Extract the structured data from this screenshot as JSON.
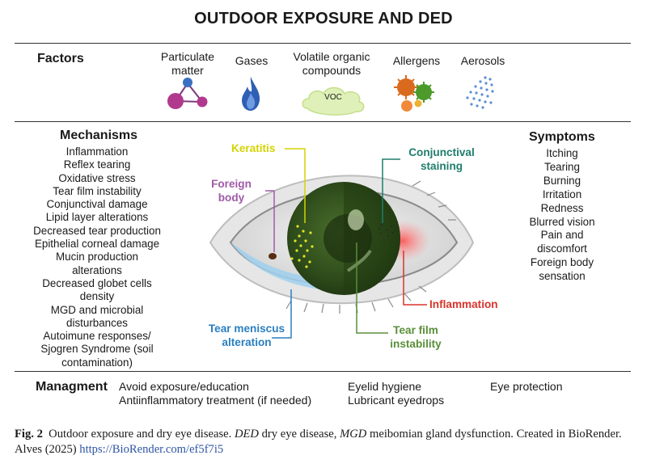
{
  "title": "OUTDOOR EXPOSURE AND DED",
  "factors": {
    "heading": "Factors",
    "items": [
      {
        "label": "Particulate matter",
        "icon": "particulate-matter-icon"
      },
      {
        "label": "Gases",
        "icon": "flame-icon"
      },
      {
        "label": "Volatile organic compounds",
        "icon": "voc-cloud-icon",
        "badge": "VOC"
      },
      {
        "label": "Allergens",
        "icon": "pollen-icon"
      },
      {
        "label": "Aerosols",
        "icon": "aerosol-spray-icon"
      }
    ]
  },
  "mechanisms": {
    "heading": "Mechanisms",
    "items": [
      "Inflammation",
      "Reflex tearing",
      "Oxidative stress",
      "Tear film instability",
      "Conjunctival damage",
      "Lipid layer alterations",
      "Decreased tear production",
      "Epithelial corneal damage",
      "Mucin production",
      "alterations",
      "Decreased globet cells",
      "density",
      "MGD and microbial",
      "disturbances",
      "Autoimune responses/",
      "Sjogren Syndrome (soil",
      "contamination)"
    ]
  },
  "symptoms": {
    "heading": "Symptoms",
    "items": [
      "Itching",
      "Tearing",
      "Burning",
      "Irritation",
      "Redness",
      "Blurred vision",
      "Pain and",
      "discomfort",
      "Foreign body",
      "sensation"
    ]
  },
  "eye_callouts": {
    "keratitis": {
      "text": "Keratitis",
      "color": "#d4d400"
    },
    "foreign_body": {
      "line1": "Foreign",
      "line2": "body",
      "color": "#a05aa8"
    },
    "conjunctival_staining": {
      "line1": "Conjunctival",
      "line2": "staining",
      "color": "#1f7d6c"
    },
    "inflammation": {
      "text": "Inflammation",
      "color": "#d8332a"
    },
    "tear_meniscus": {
      "line1": "Tear meniscus",
      "line2": "alteration",
      "color": "#2a7fc1"
    },
    "tear_film": {
      "line1": "Tear film",
      "line2": "instability",
      "color": "#5a8f3a"
    }
  },
  "management": {
    "heading": "Managment",
    "col1": [
      "Avoid exposure/education",
      "Antiinflammatory treatment (if needed)"
    ],
    "col2": [
      "Eyelid hygiene",
      "Lubricant eyedrops"
    ],
    "col3": [
      "Eye protection"
    ]
  },
  "caption": {
    "label": "Fig. 2",
    "text1": "Outdoor exposure and dry eye disease.",
    "abbr1": "DED",
    "text2": "dry eye disease,",
    "abbr2": "MGD",
    "text3": "meibomian gland dysfunction. Created in BioRender. Alves (2025)",
    "link": "https://BioRender.com/ef5f7i5"
  }
}
